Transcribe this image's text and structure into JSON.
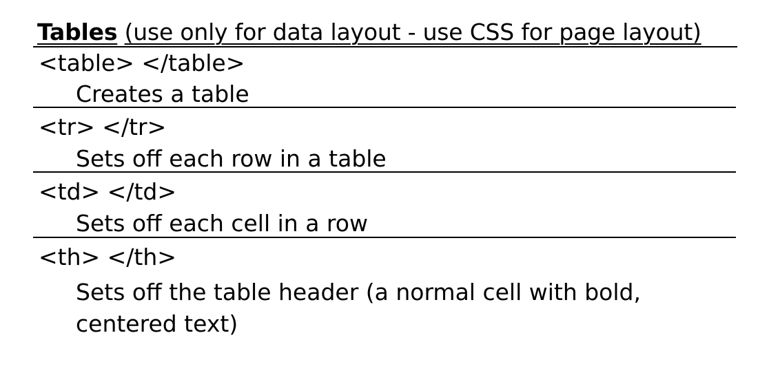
{
  "section": {
    "title": "Tables",
    "subtitle": "(use only for data layout - use CSS for page layout)"
  },
  "entries": [
    {
      "tag": "<table> </table>",
      "description": "Creates a table"
    },
    {
      "tag": "<tr> </tr>",
      "description": "Sets off each row in a table"
    },
    {
      "tag": "<td> </td>",
      "description": "Sets off each cell in a row"
    },
    {
      "tag": "<th> </th>",
      "description": "Sets off the table header (a normal cell with bold, centered text)"
    }
  ]
}
